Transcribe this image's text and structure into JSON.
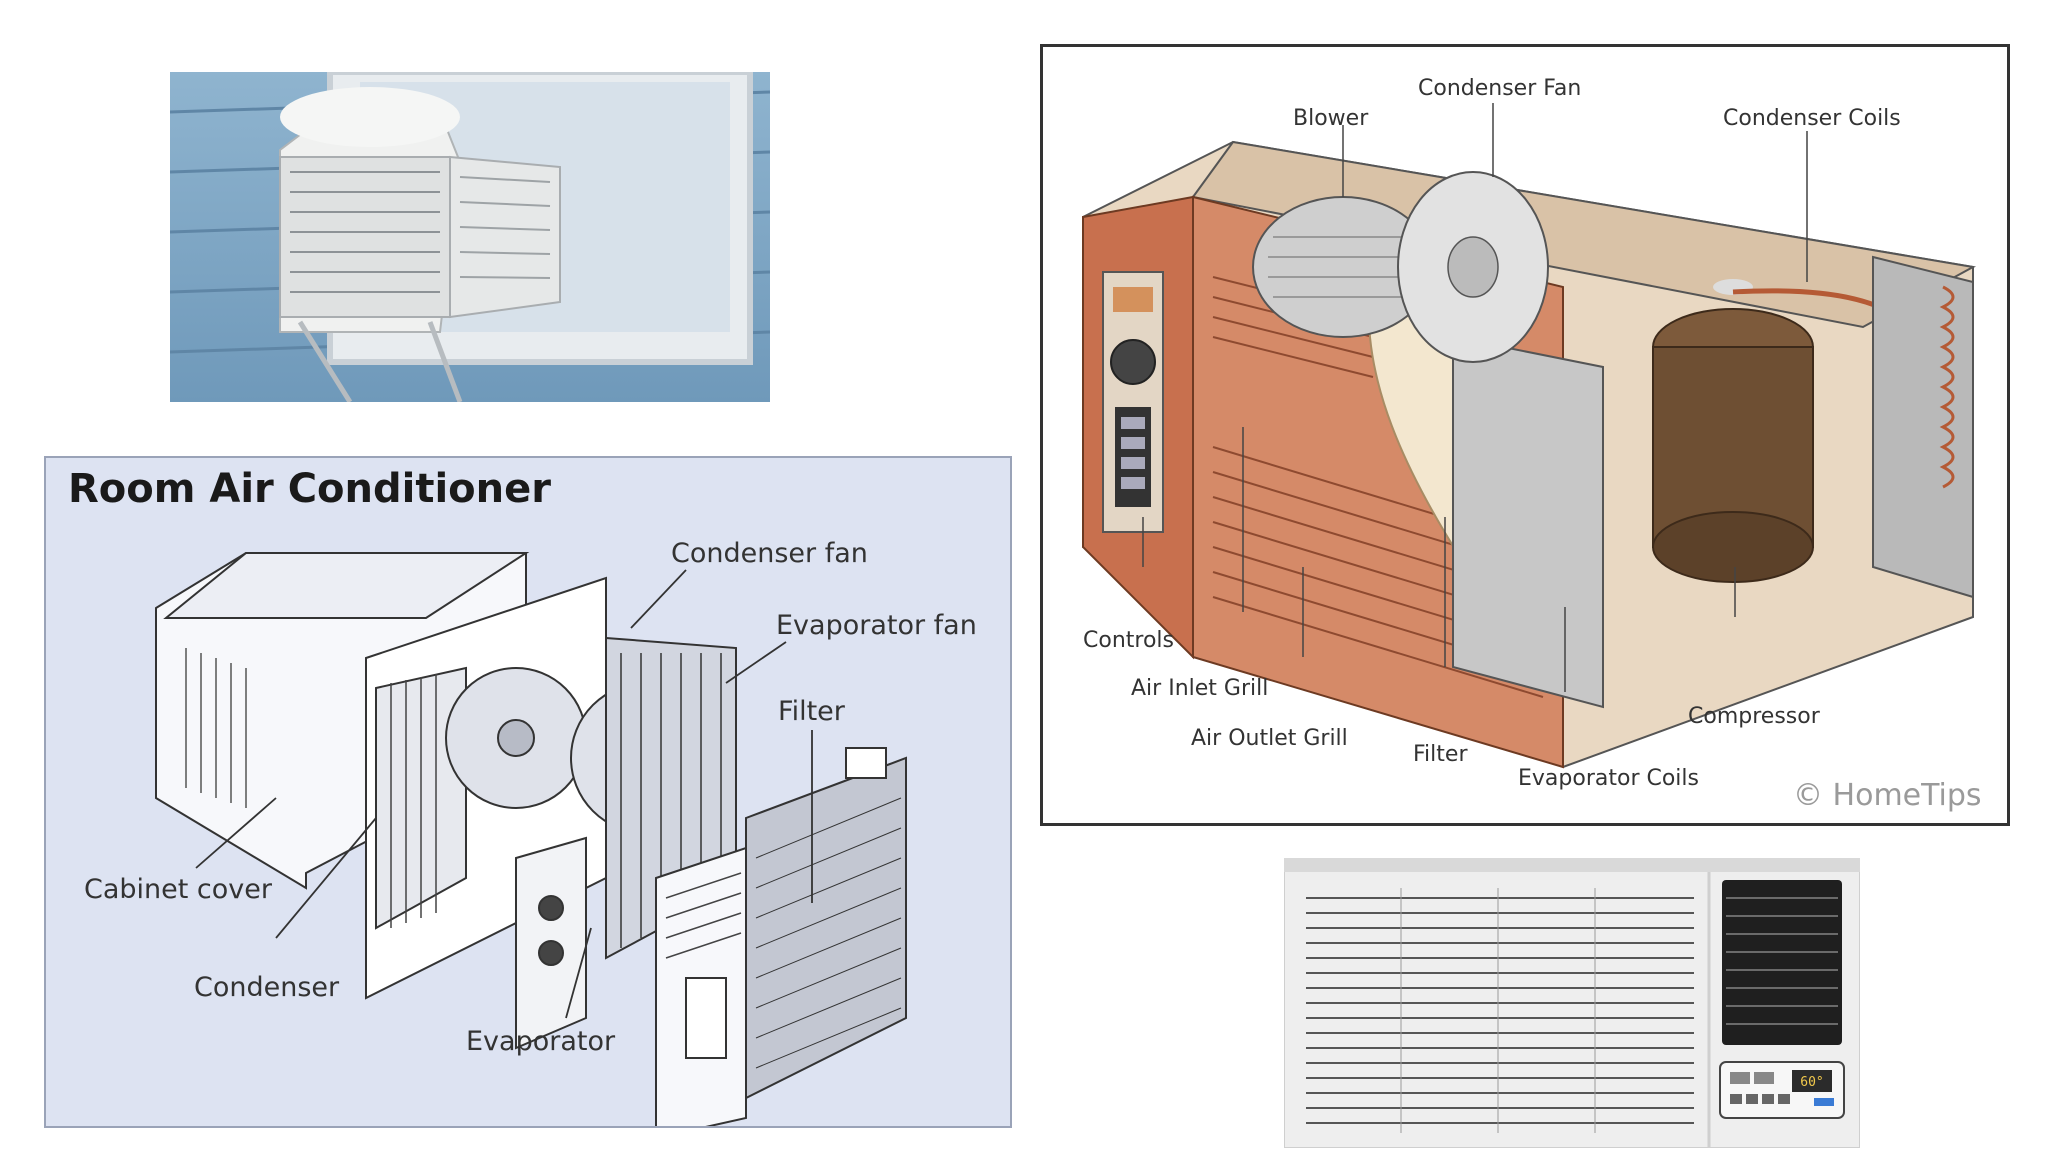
{
  "room_diagram": {
    "title": "Room Air Conditioner",
    "labels": {
      "condenser_fan": "Condenser fan",
      "evaporator_fan": "Evaporator fan",
      "filter": "Filter",
      "cabinet_cover": "Cabinet cover",
      "condenser": "Condenser",
      "evaporator": "Evaporator"
    }
  },
  "cutaway_diagram": {
    "labels": {
      "blower": "Blower",
      "condenser_fan": "Condenser Fan",
      "condenser_coils": "Condenser Coils",
      "controls": "Controls",
      "air_inlet_grill": "Air Inlet Grill",
      "air_outlet_grill": "Air Outlet Grill",
      "filter": "Filter",
      "evaporator_coils": "Evaporator Coils",
      "compressor": "Compressor"
    },
    "watermark": "© HomeTips"
  },
  "product_unit": {
    "display_temp": "60°"
  },
  "colors": {
    "siding_blue": "#7fa6c4",
    "housing_copper": "#c8704e",
    "compressor_brown": "#6e4f33",
    "diagram_bg": "#dde3f2"
  }
}
